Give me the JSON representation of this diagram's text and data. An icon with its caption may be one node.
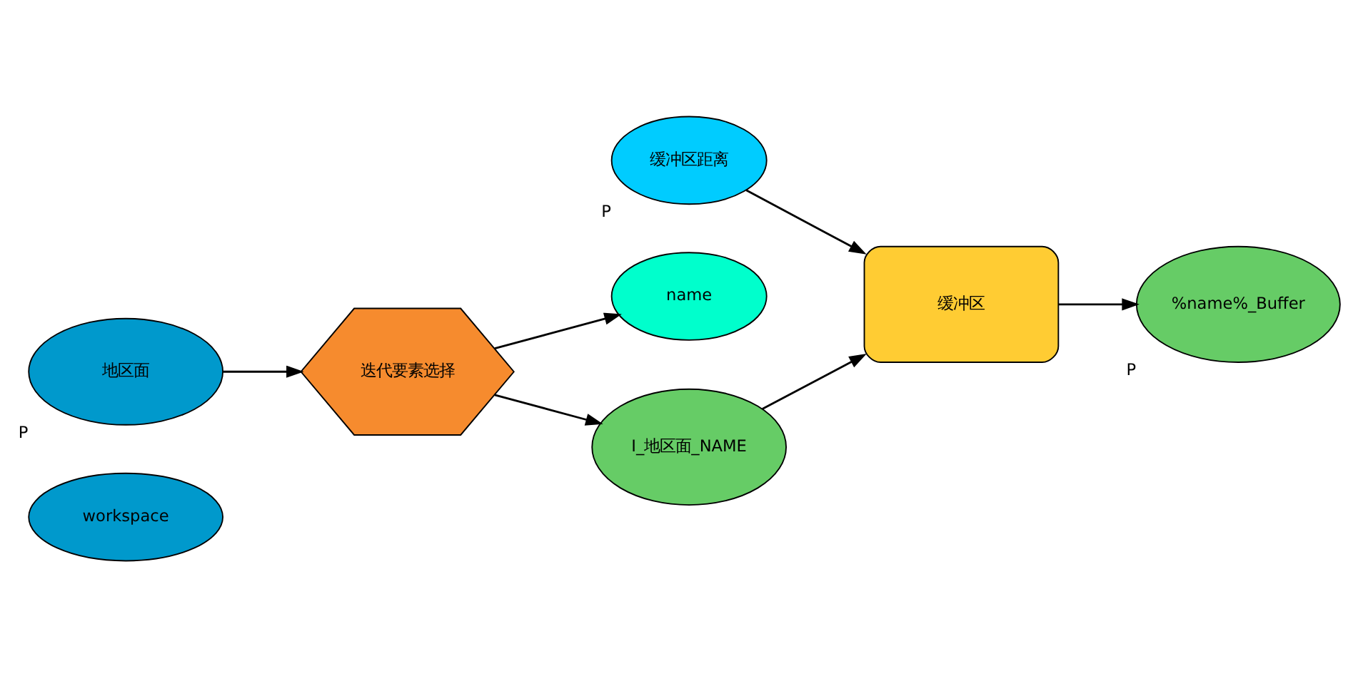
{
  "diagram": {
    "nodes": [
      {
        "text": [
          "workspace"
        ]
      },
      {
        "text": [
          "name"
        ]
      },
      {
        "text": [
          "地区面"
        ],
        "beside": [
          "P"
        ]
      },
      {
        "text": [
          "迭代要素选择"
        ]
      },
      {
        "text": [
          "缓冲区距离"
        ],
        "beside": [
          "P"
        ]
      },
      {
        "text": [
          "缓冲区"
        ]
      },
      {
        "text": [
          "I_地区面_NAME"
        ]
      },
      {
        "text": [
          "%name%_Buffer"
        ],
        "beside": [
          "P"
        ]
      }
    ],
    "edges": [
      {
        "from": 2,
        "to": 3,
        "arrow": "to"
      },
      {
        "from": 3,
        "to": 1,
        "arrow": "to"
      },
      {
        "from": 3,
        "to": 6,
        "arrow": "to"
      },
      {
        "from": 4,
        "to": 5,
        "arrow": "to"
      },
      {
        "from": 6,
        "to": 5,
        "arrow": "to"
      },
      {
        "from": 5,
        "to": 7,
        "arrow": "to"
      }
    ]
  }
}
